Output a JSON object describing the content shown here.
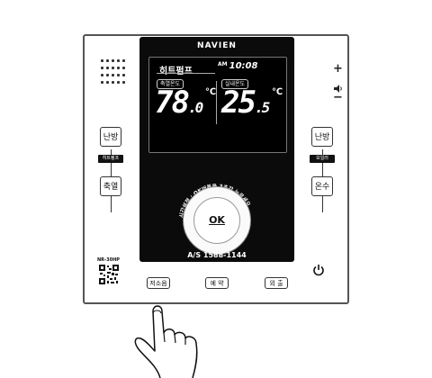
{
  "brand": "NAVIEN",
  "lcd": {
    "mode": "히트펌프",
    "ampm": "AM",
    "time": "10:08",
    "setpoint_tag": "축열온도",
    "setpoint_int": "78",
    "setpoint_dec": ".0",
    "indoor_tag": "실내온도",
    "indoor_int": "25",
    "indoor_dec": ".5",
    "unit": "℃"
  },
  "dial": {
    "ok_label": "OK",
    "arc_text": "시간설정 : OK버튼을 3초간 누르세요"
  },
  "service": "A/S 1588-1144",
  "left_buttons": {
    "top": "난방",
    "tag": "히트펌프",
    "bottom": "축열"
  },
  "right_buttons": {
    "top": "난방",
    "tag": "보일러",
    "bottom": "온수"
  },
  "bottom_buttons": {
    "left": "저소음",
    "center": "예 약",
    "right": "외 출"
  },
  "model": "NR-30HP",
  "volume": {
    "plus": "+",
    "minus": "−"
  }
}
